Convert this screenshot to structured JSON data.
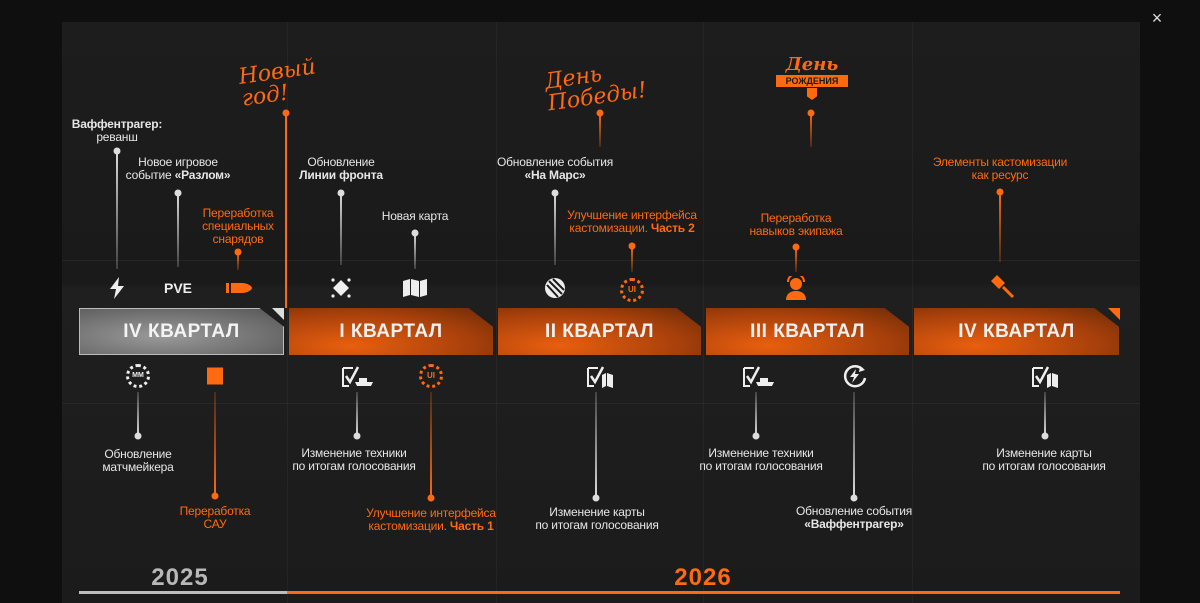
{
  "close_label": "×",
  "colors": {
    "accent": "#ff6a10",
    "text": "#e6e6e6",
    "past": "#9a9a9a"
  },
  "quarters": [
    {
      "label": "IV КВАРТАЛ",
      "state": "past"
    },
    {
      "label": "I КВАРТАЛ"
    },
    {
      "label": "II КВАРТАЛ"
    },
    {
      "label": "III КВАРТАЛ"
    },
    {
      "label": "IV  КВАРТАЛ"
    }
  ],
  "holidays": {
    "new_year": "Новый год!",
    "victory_day": "День Победы!",
    "birthday_top": "День",
    "birthday_ribbon": "РОЖДЕНИЯ"
  },
  "top_items": [
    {
      "l1": "Ваффентрагер:",
      "l2": "реванш",
      "icon": "lightning-icon"
    },
    {
      "l1": "Новое игровое",
      "l2": "событие ",
      "l2b": "«Разлом»",
      "icon": "pve-icon",
      "icon_text": "PVE"
    },
    {
      "l1": "Переработка",
      "l2": "специальных",
      "l3": "снарядов",
      "icon": "shell-icon"
    },
    {
      "l1": "Обновление",
      "l2b": "Линии фронта",
      "icon": "frontline-icon"
    },
    {
      "l1": "Новая карта",
      "icon": "map-icon"
    },
    {
      "l1": "Обновление события",
      "l2b": "«На Марс»",
      "icon": "mars-icon"
    },
    {
      "l1": "Улучшение интерфейса",
      "l2": "кастомизации. ",
      "l2b": "Часть 2",
      "icon": "ui-gear-icon",
      "icon_text": "UI"
    },
    {
      "l1": "Переработка",
      "l2": "навыков экипажа",
      "icon": "crew-icon"
    },
    {
      "l1": "Элементы кастомизации",
      "l2": "как ресурс",
      "icon": "brush-icon"
    }
  ],
  "bottom_items": [
    {
      "l1": "Обновление",
      "l2": "матчмейкера",
      "icon": "matchmaker-icon",
      "icon_text": "MM"
    },
    {
      "l1": "Переработка",
      "l2": "САУ",
      "icon": "spg-icon"
    },
    {
      "l1": "Изменение техники",
      "l2": "по итогам голосования",
      "icon": "vote-vehicle-icon"
    },
    {
      "l1": "Улучшение интерфейса",
      "l2": "кастомизации. ",
      "l2b": "Часть 1",
      "icon": "ui-gear-icon",
      "icon_text": "UI"
    },
    {
      "l1": "Изменение карты",
      "l2": "по итогам голосования",
      "icon": "vote-map-icon"
    },
    {
      "l1": "Изменение техники",
      "l2": "по итогам голосования",
      "icon": "vote-vehicle-icon"
    },
    {
      "l1": "Обновление события",
      "l2b": "«Ваффентрагер»",
      "icon": "event-refresh-icon"
    },
    {
      "l1": "Изменение карты",
      "l2": "по итогам голосования",
      "icon": "vote-map-icon"
    }
  ],
  "years": [
    "2025",
    "2026"
  ],
  "progress": {
    "current_year_index": 1
  }
}
